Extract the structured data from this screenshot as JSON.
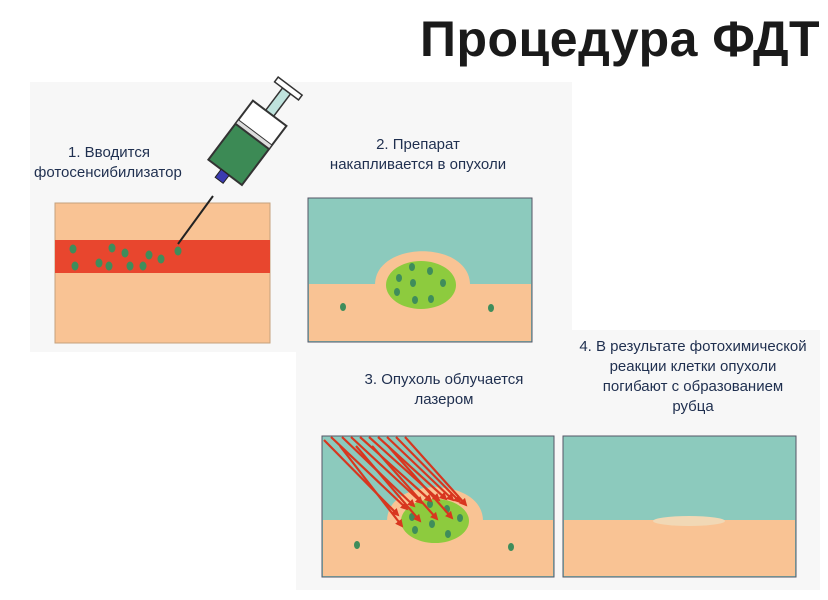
{
  "title": "Процедура ФДТ",
  "steps": [
    {
      "line1": "1. Вводится",
      "line2": "фотосенсибилизатор"
    },
    {
      "line1": "2. Препарат",
      "line2": "накапливается в опухоли"
    },
    {
      "line1": "3. Опухоль облучается",
      "line2": "лазером"
    },
    {
      "line1": "4. В результате фотохимической",
      "line2": "реакции клетки опухоли",
      "line3": "погибают с образованием",
      "line4": "рубца"
    }
  ],
  "colors": {
    "tissue": "#f9c394",
    "vessel": "#e8462e",
    "fluid": "#8ccabd",
    "tumor": "#8dcb3e",
    "cell": "#3f8d5b",
    "syringe_body": "#3c8a55",
    "laser": "#d8361f",
    "scar": "#f1d8b5"
  }
}
